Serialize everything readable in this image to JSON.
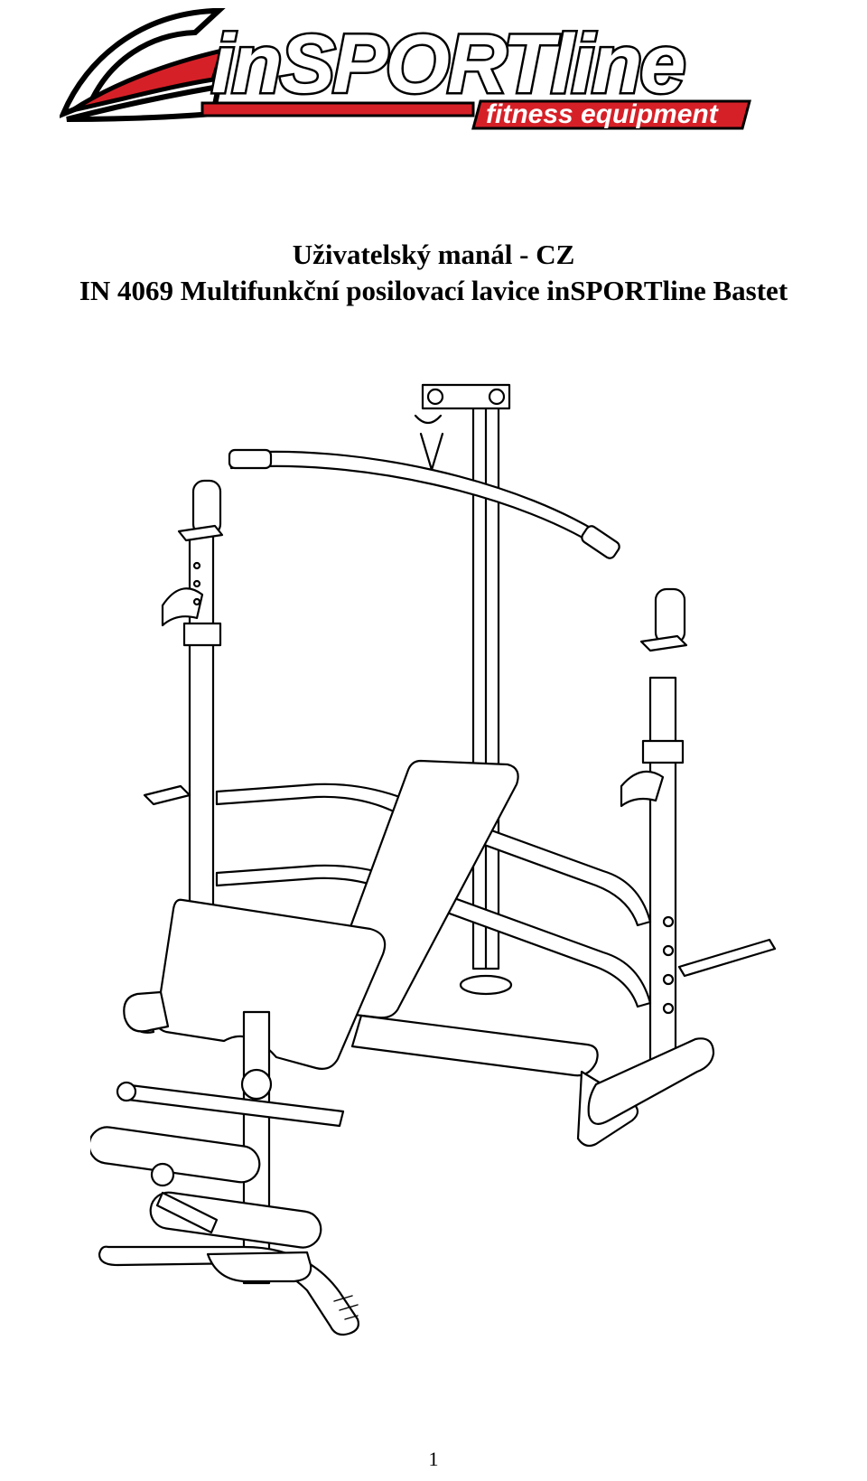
{
  "logo": {
    "brand": "inSPORTline",
    "tagline": "fitness equipment",
    "colors": {
      "accent": "#d62027",
      "outline": "#000000"
    }
  },
  "document": {
    "title_line1": "Uživatelský manál - CZ",
    "title_line2": "IN 4069 Multifunkční posilovací lavice inSPORTline Bastet",
    "page_number": "1"
  },
  "illustration": {
    "icon": "weight-bench-drawing"
  }
}
